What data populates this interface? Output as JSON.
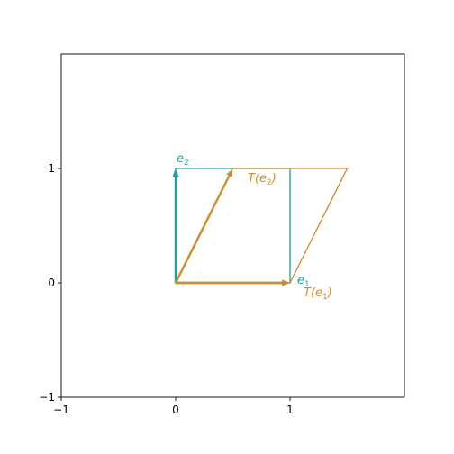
{
  "colors": {
    "teal": "#17a2a8",
    "orange": "#d08b2c",
    "axes": "#000000",
    "background": "#ffffff"
  },
  "chart_data": {
    "type": "vector-diagram",
    "xlim": [
      -1,
      2
    ],
    "ylim": [
      -1,
      2
    ],
    "grid": false,
    "x_ticks": [
      {
        "value": -1,
        "label": "−1"
      },
      {
        "value": 0,
        "label": "0"
      },
      {
        "value": 1,
        "label": "1"
      }
    ],
    "y_ticks": [
      {
        "value": -1,
        "label": "−1"
      },
      {
        "value": 0,
        "label": "0"
      },
      {
        "value": 1,
        "label": "1"
      }
    ],
    "unit_square": [
      [
        0,
        0
      ],
      [
        1,
        0
      ],
      [
        1,
        1
      ],
      [
        0,
        1
      ]
    ],
    "transformed_parallelogram": [
      [
        0,
        0
      ],
      [
        1,
        0
      ],
      [
        1.5,
        1
      ],
      [
        0.5,
        1
      ]
    ],
    "vectors": [
      {
        "name": "e1",
        "from": [
          0,
          0
        ],
        "to": [
          1,
          0
        ],
        "color_key": "teal"
      },
      {
        "name": "e2",
        "from": [
          0,
          0
        ],
        "to": [
          0,
          1
        ],
        "color_key": "teal"
      },
      {
        "name": "T(e1)",
        "from": [
          0,
          0
        ],
        "to": [
          1,
          0
        ],
        "color_key": "orange"
      },
      {
        "name": "T(e2)",
        "from": [
          0,
          0
        ],
        "to": [
          0.5,
          1
        ],
        "color_key": "orange"
      }
    ],
    "labels": {
      "e1": {
        "base": "e",
        "sub": "1"
      },
      "e2": {
        "base": "e",
        "sub": "2"
      },
      "te1": {
        "pre": "T(",
        "base": "e",
        "sub": "1",
        "post": ")"
      },
      "te2": {
        "pre": "T(",
        "base": "e",
        "sub": "2",
        "post": ")"
      }
    }
  }
}
